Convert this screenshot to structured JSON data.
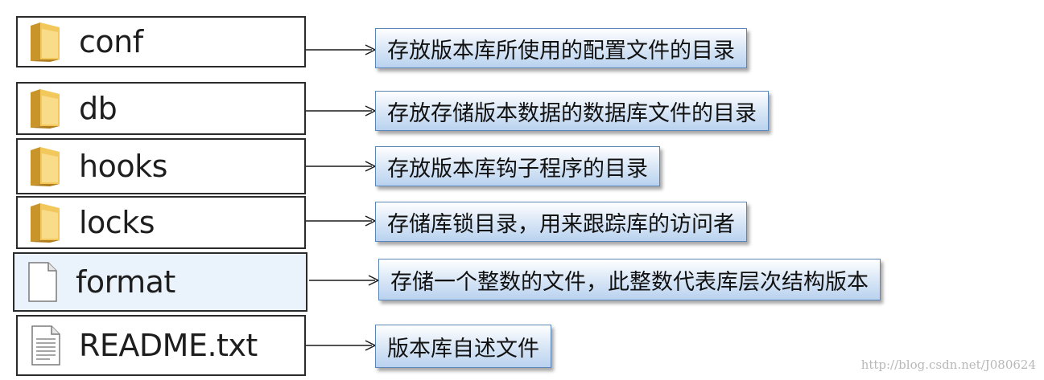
{
  "items": [
    {
      "icon": "folder-icon",
      "name": "conf",
      "description": "存放版本库所使用的配置文件的目录"
    },
    {
      "icon": "folder-icon",
      "name": "db",
      "description": "存放存储版本数据的数据库文件的目录"
    },
    {
      "icon": "folder-icon",
      "name": "hooks",
      "description": "存放版本库钩子程序的目录"
    },
    {
      "icon": "folder-icon",
      "name": "locks",
      "description": "存储库锁目录，用来跟踪库的访问者"
    },
    {
      "icon": "file-icon",
      "name": "format",
      "description": "存储一个整数的文件，此整数代表库层次结构版本"
    },
    {
      "icon": "text-file-icon",
      "name": "README.txt",
      "description": "版本库自述文件"
    }
  ],
  "watermark": "http://blog.csdn.net/J080624",
  "colors": {
    "note_border": "#5b87b8",
    "note_fill": "#b9d2ef",
    "folder": "#e8b84a"
  }
}
